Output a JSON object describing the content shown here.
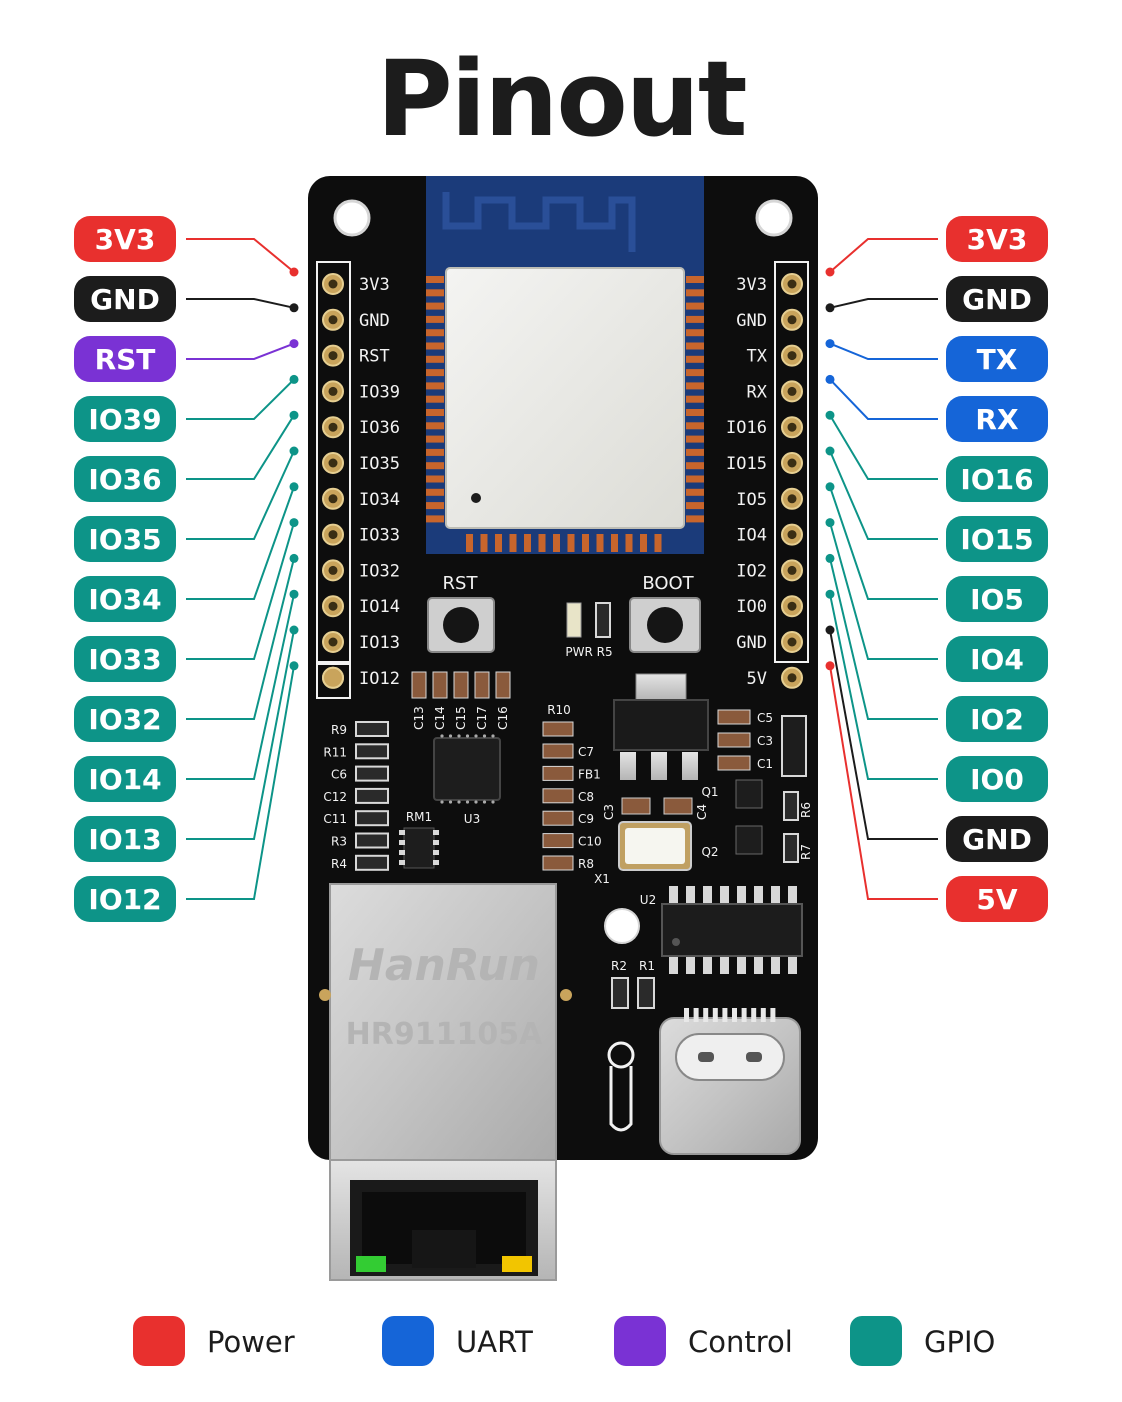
{
  "title": "Pinout",
  "colors": {
    "power": "#e8302e",
    "uart": "#1565d8",
    "control": "#7a32d4",
    "gpio": "#0d9488",
    "ground": "#1c1c1c"
  },
  "left_pins": [
    {
      "label": "3V3",
      "silk": "3V3",
      "group": "power"
    },
    {
      "label": "GND",
      "silk": "GND",
      "group": "ground"
    },
    {
      "label": "RST",
      "silk": "RST",
      "group": "control"
    },
    {
      "label": "IO39",
      "silk": "IO39",
      "group": "gpio"
    },
    {
      "label": "IO36",
      "silk": "IO36",
      "group": "gpio"
    },
    {
      "label": "IO35",
      "silk": "IO35",
      "group": "gpio"
    },
    {
      "label": "IO34",
      "silk": "IO34",
      "group": "gpio"
    },
    {
      "label": "IO33",
      "silk": "IO33",
      "group": "gpio"
    },
    {
      "label": "IO32",
      "silk": "IO32",
      "group": "gpio"
    },
    {
      "label": "IO14",
      "silk": "IO14",
      "group": "gpio"
    },
    {
      "label": "IO13",
      "silk": "IO13",
      "group": "gpio"
    },
    {
      "label": "IO12",
      "silk": "IO12",
      "group": "gpio"
    }
  ],
  "right_pins": [
    {
      "label": "3V3",
      "silk": "3V3",
      "group": "power"
    },
    {
      "label": "GND",
      "silk": "GND",
      "group": "ground"
    },
    {
      "label": "TX",
      "silk": "TX",
      "group": "uart"
    },
    {
      "label": "RX",
      "silk": "RX",
      "group": "uart"
    },
    {
      "label": "IO16",
      "silk": "IO16",
      "group": "gpio"
    },
    {
      "label": "IO15",
      "silk": "IO15",
      "group": "gpio"
    },
    {
      "label": "IO5",
      "silk": "IO5",
      "group": "gpio"
    },
    {
      "label": "IO4",
      "silk": "IO4",
      "group": "gpio"
    },
    {
      "label": "IO2",
      "silk": "IO2",
      "group": "gpio"
    },
    {
      "label": "IO0",
      "silk": "IO0",
      "group": "gpio"
    },
    {
      "label": "GND",
      "silk": "GND",
      "group": "ground"
    },
    {
      "label": "5V",
      "silk": "5V",
      "group": "power"
    }
  ],
  "board": {
    "rst_label": "RST",
    "boot_label": "BOOT",
    "pwr_label": "PWR R5",
    "brand": "HanRun",
    "model": "HR911105A",
    "left_parts": [
      "R9",
      "R11",
      "C6",
      "C12",
      "C11",
      "R3",
      "R4"
    ],
    "mid_parts": [
      "C7",
      "FB1",
      "C8",
      "C9",
      "C10",
      "R8"
    ],
    "caps_row": [
      "C13",
      "C14",
      "C15",
      "C17",
      "C16"
    ],
    "right_caps": [
      "C5",
      "C3",
      "C1"
    ],
    "misc": {
      "r10": "R10",
      "rm1": "RM1",
      "u3": "U3",
      "u2": "U2",
      "x1": "X1",
      "q1": "Q1",
      "q2": "Q2",
      "c4": "C4",
      "c3b": "C3",
      "r6": "R6",
      "r7": "R7",
      "r2": "R2",
      "r1": "R1"
    }
  },
  "legend": [
    {
      "label": "Power",
      "group": "power"
    },
    {
      "label": "UART",
      "group": "uart"
    },
    {
      "label": "Control",
      "group": "control"
    },
    {
      "label": "GPIO",
      "group": "gpio"
    }
  ]
}
